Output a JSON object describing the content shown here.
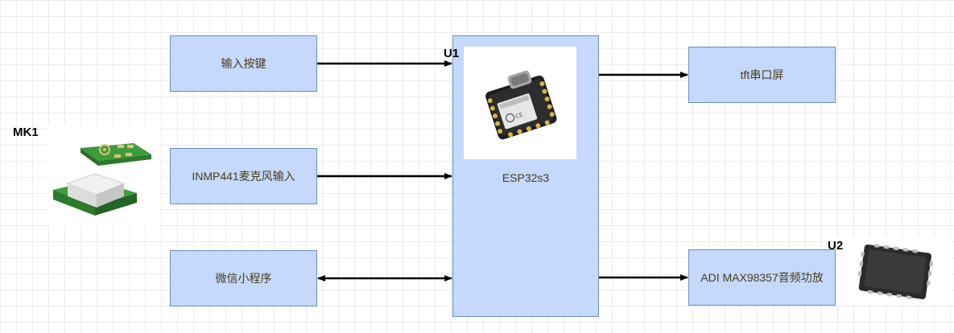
{
  "blocks": {
    "key_input": "输入按键",
    "mic_input": "INMP441麦克风输入",
    "mini_program": "微信小程序",
    "mcu": "ESP32s3",
    "display": "tft串口屏",
    "amp": "ADI MAX98357音频功放"
  },
  "refs": {
    "mcu": "U1",
    "mic": "MK1",
    "amp": "U2"
  },
  "colors": {
    "block_fill": "#c4d9fb",
    "block_border": "#6c8ebf",
    "block_text": "#4a3b1a",
    "arrow": "#000000"
  }
}
